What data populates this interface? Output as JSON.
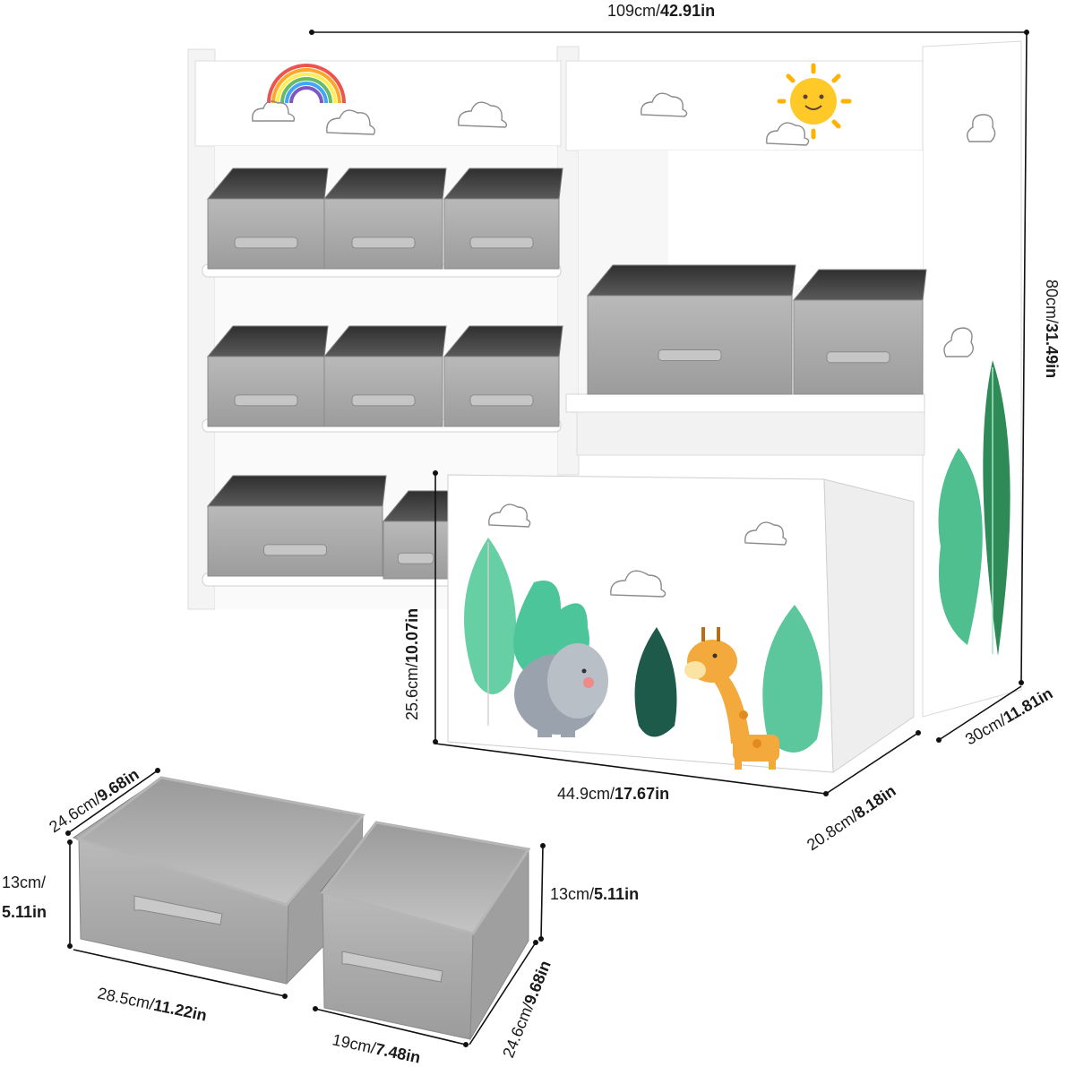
{
  "dimensions": {
    "overall_width": {
      "metric": "109cm/",
      "imperial": "42.91in"
    },
    "overall_height": {
      "metric": "80cm/",
      "imperial": "31.49in"
    },
    "overall_depth": {
      "metric": "30cm/",
      "imperial": "11.81in"
    },
    "chest_height": {
      "metric": "25.6cm/",
      "imperial": "10.07in"
    },
    "chest_width": {
      "metric": "44.9cm/",
      "imperial": "17.67in"
    },
    "chest_depth": {
      "metric": "20.8cm/",
      "imperial": "8.18in"
    },
    "large_bin_depth": {
      "metric": "24.6cm/",
      "imperial": "9.68in"
    },
    "large_bin_height": {
      "metric": "13cm/",
      "imperial": "5.11in"
    },
    "large_bin_width": {
      "metric": "28.5cm/",
      "imperial": "11.22in"
    },
    "small_bin_height": {
      "metric": "13cm/",
      "imperial": "5.11in"
    },
    "small_bin_width": {
      "metric": "19cm/",
      "imperial": "7.48in"
    },
    "small_bin_depth": {
      "metric": "24.6cm/",
      "imperial": "9.68in"
    }
  },
  "colors": {
    "frame": "#f6f6f6",
    "bin_gray": "#a9a9a9",
    "bin_dark": "#3e3e3e",
    "leaf_green": "#5cc79c",
    "leaf_dark": "#1f7a4f",
    "giraffe": "#f3a93b"
  }
}
